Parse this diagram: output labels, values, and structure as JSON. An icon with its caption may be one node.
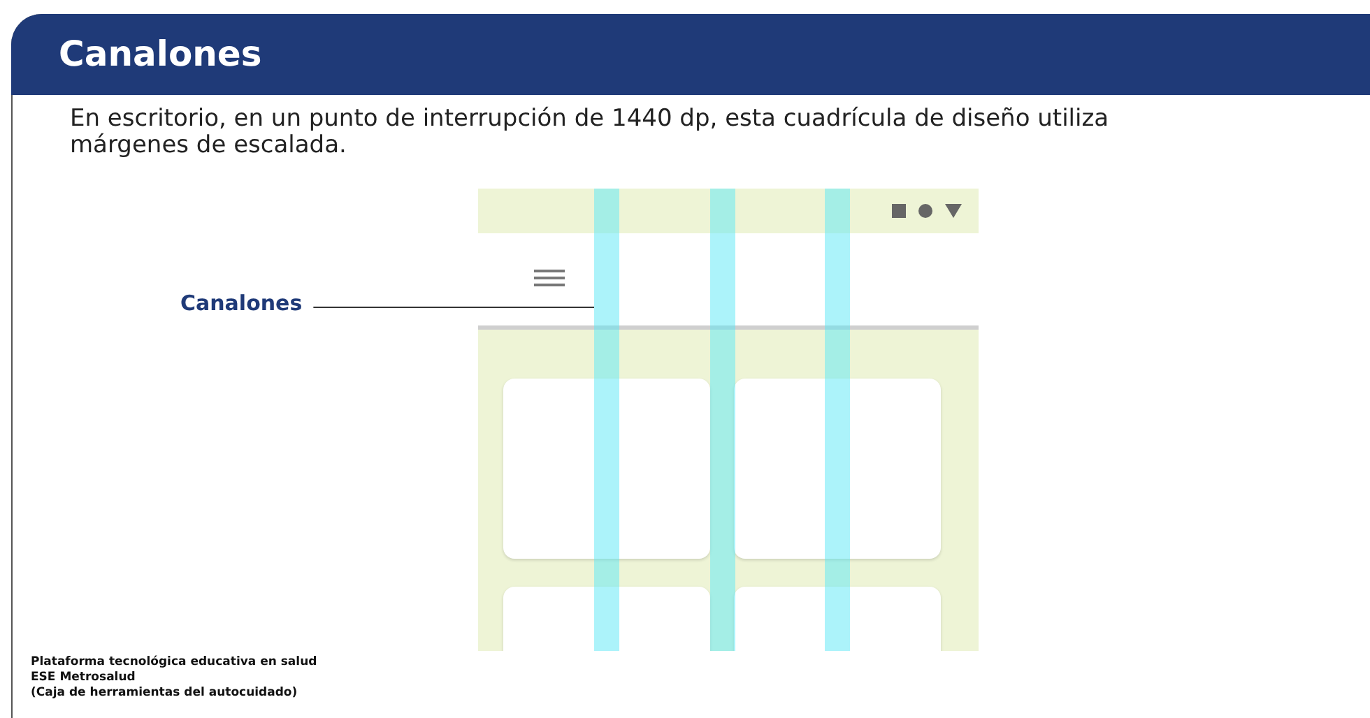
{
  "diagram": {
    "title": "Canalones",
    "nodes": [
      {
        "text": [
          "Canalones"
        ]
      },
      {
        "text": [],
        "shape": "bar"
      },
      {
        "text": [],
        "shape": "bar"
      },
      {
        "text": [],
        "shape": "bar"
      },
      {
        "text": [],
        "shape": "box"
      },
      {
        "text": [],
        "shape": "box"
      },
      {
        "text": [],
        "shape": "box"
      },
      {
        "text": [],
        "shape": "box"
      }
    ],
    "edges": [
      {
        "from": 0,
        "to": 1,
        "arrow": "none"
      }
    ],
    "labels": [
      "En escritorio, en un punto de interrupción de 1440 dp, esta cuadrícula de diseño utiliza márgenes de escalada.",
      "Plataforma tecnológica educativa en salud",
      "ESE Metrosalud",
      "(Caja de herramientas del autocuidado)"
    ]
  }
}
